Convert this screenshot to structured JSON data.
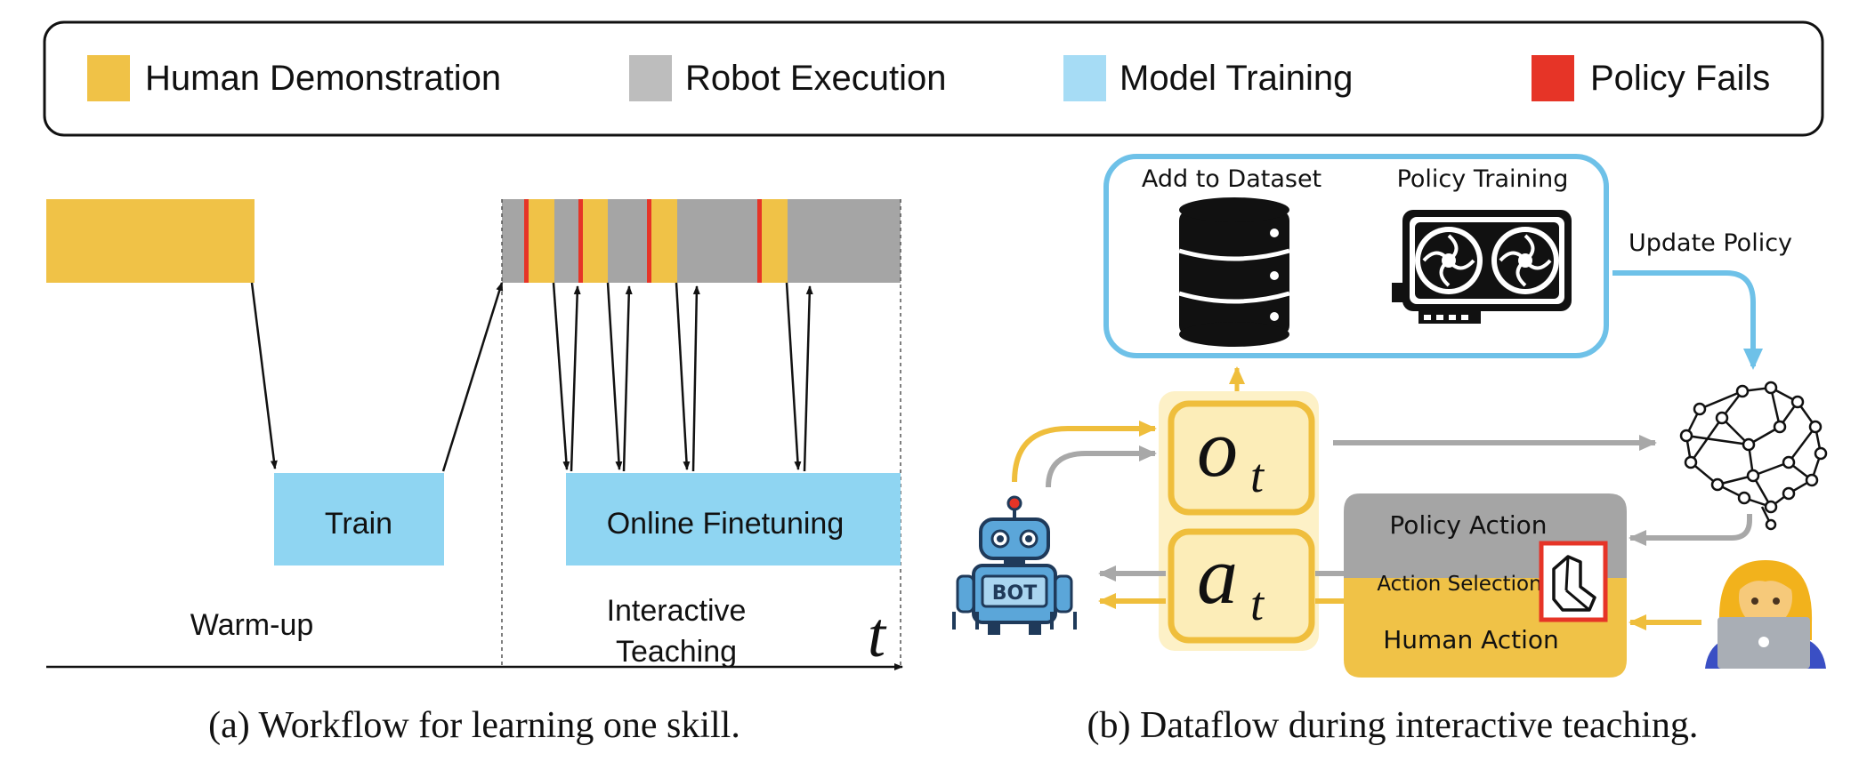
{
  "legend": {
    "items": [
      {
        "label": "Human Demonstration",
        "color": "#F0C247"
      },
      {
        "label": "Robot Execution",
        "color": "#BDBDBD"
      },
      {
        "label": "Model Training",
        "color": "#A6DCF5"
      },
      {
        "label": "Policy Fails",
        "color": "#E63427"
      }
    ]
  },
  "panel_a": {
    "train_label": "Train",
    "finetune_label": "Online Finetuning",
    "warmup_label": "Warm-up",
    "interactive_label_line1": "Interactive",
    "interactive_label_line2": "Teaching",
    "time_symbol": "t",
    "caption": "(a) Workflow for learning one skill."
  },
  "panel_b": {
    "add_dataset_label": "Add to Dataset",
    "policy_training_label": "Policy Training",
    "update_policy_label": "Update Policy",
    "obs_symbol": "o",
    "act_symbol": "a",
    "subscript": "t",
    "policy_action_label": "Policy Action",
    "action_selection_label": "Action Selection",
    "human_action_label": "Human Action",
    "robot_badge": "BOT",
    "caption": "(b) Dataflow during interactive teaching."
  },
  "colors": {
    "human": "#F0C247",
    "robot": "#A5A5A5",
    "training": "#8FD5F2",
    "fail": "#E63427",
    "flow_blue": "#6EC1E8"
  }
}
